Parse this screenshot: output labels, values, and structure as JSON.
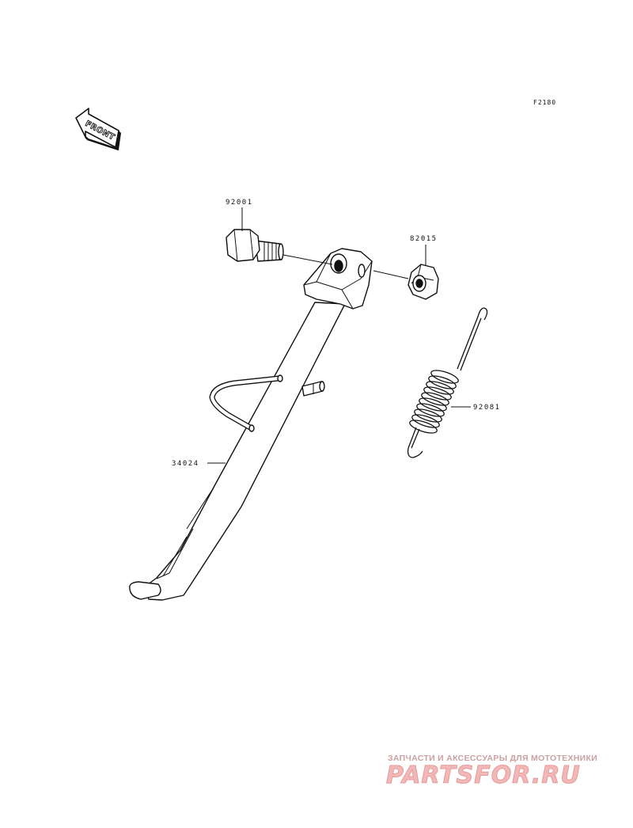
{
  "figure_code": "F2180",
  "front_arrow": {
    "label": "FRONT",
    "icon": "front-direction-arrow-icon"
  },
  "parts": [
    {
      "number": "92001",
      "icon": "bolt-icon"
    },
    {
      "number": "82015",
      "icon": "nut-icon"
    },
    {
      "number": "92081",
      "icon": "spring-icon"
    },
    {
      "number": "34024",
      "icon": "side-stand-icon"
    }
  ],
  "watermark": {
    "tagline": "ЗАПЧАСТИ И АКСЕССУАРЫ ДЛЯ МОТОТЕХНИКИ",
    "brand": "PARTSFOR.RU",
    "color": "#f2b8b8"
  }
}
